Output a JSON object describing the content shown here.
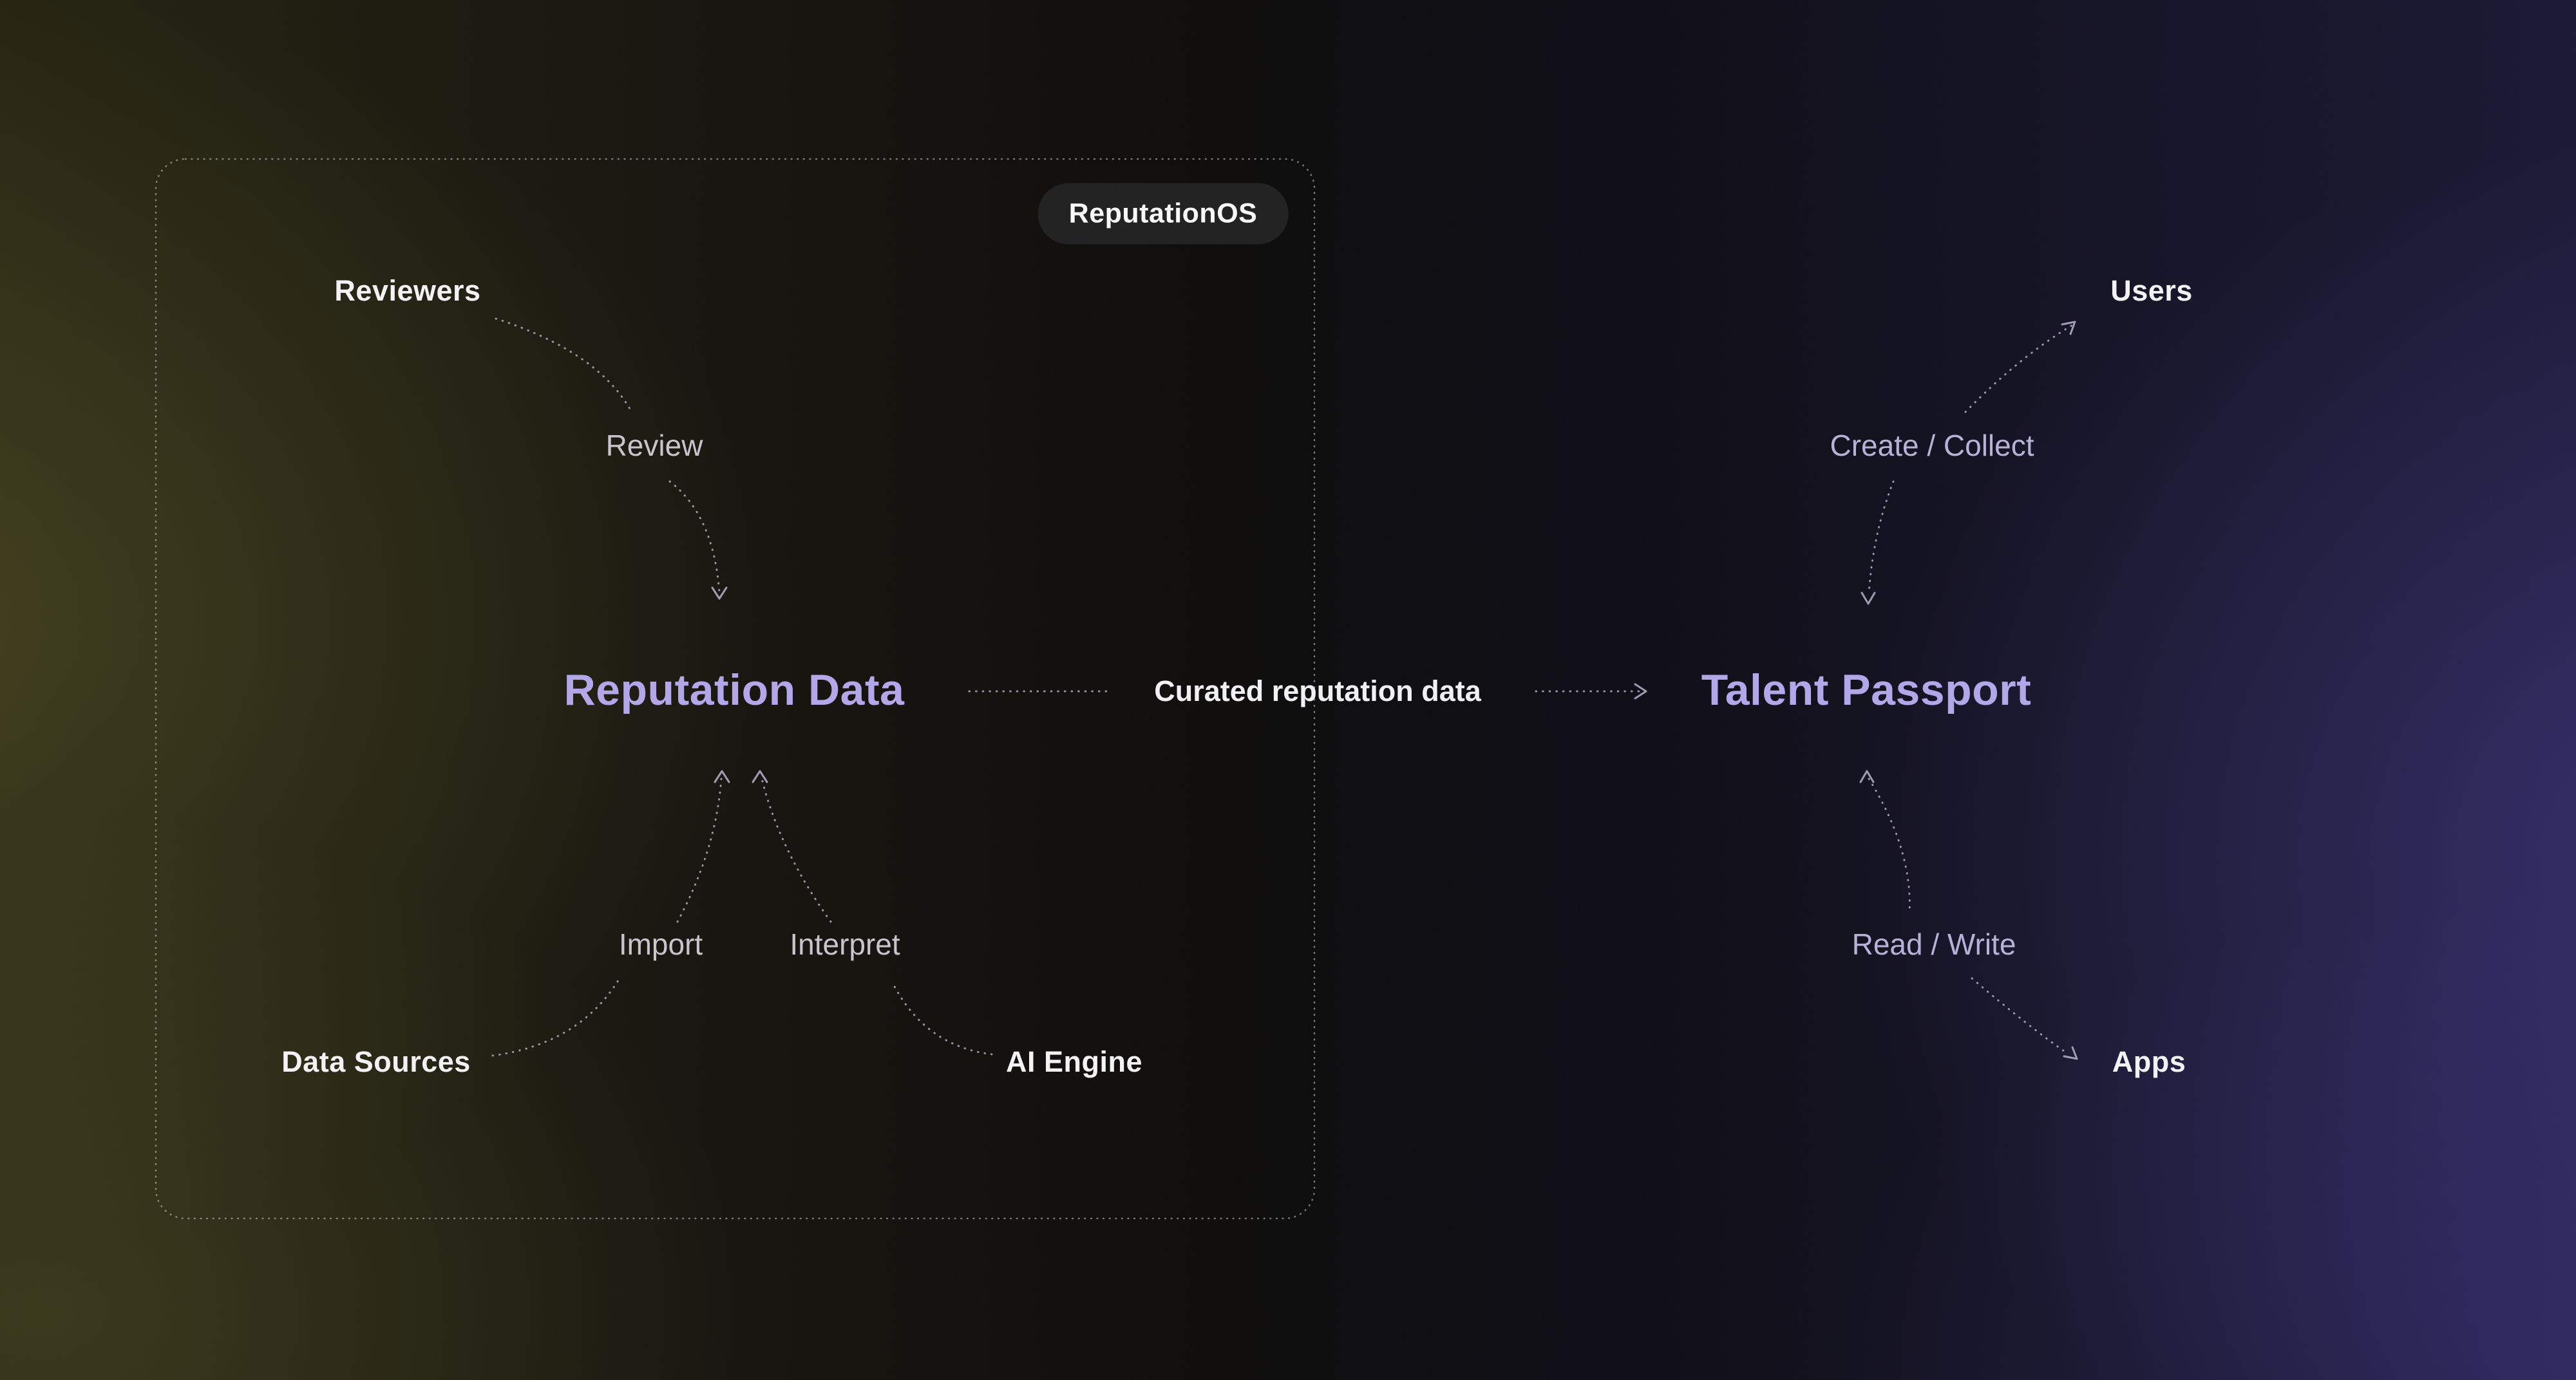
{
  "badge": {
    "label": "ReputationOS"
  },
  "reputation_os": {
    "nodes": {
      "reviewers": "Reviewers",
      "reputation_data": "Reputation Data",
      "data_sources": "Data Sources",
      "ai_engine": "AI Engine"
    },
    "actions": {
      "review": "Review",
      "import": "Import",
      "interpret": "Interpret"
    }
  },
  "connector": {
    "label": "Curated reputation data"
  },
  "talent_passport": {
    "nodes": {
      "talent_passport": "Talent Passport",
      "users": "Users",
      "apps": "Apps"
    },
    "actions": {
      "create_collect": "Create / Collect",
      "read_write": "Read / Write"
    }
  },
  "colors": {
    "accent": "#b2a7e9",
    "node_text": "#f4f3f6",
    "edge_text_left": "#c9c4ce",
    "edge_text_right": "#b8b1d8",
    "connector_text": "#f2f1f5",
    "arrow": "#a8a2bd",
    "box_border": "#cfcdd8",
    "badge_bg": "#202020",
    "badge_text": "#fafafa"
  }
}
